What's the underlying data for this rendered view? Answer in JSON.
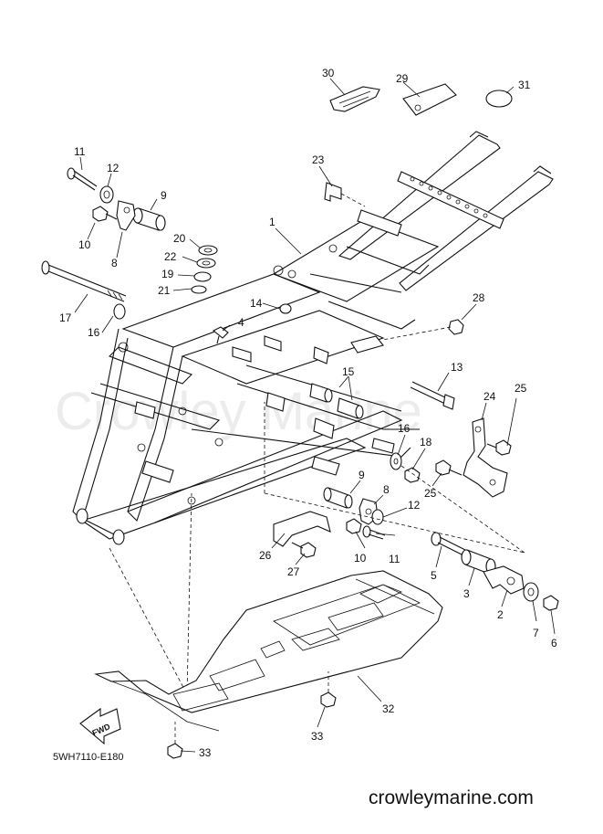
{
  "watermark": "Crowley Marine",
  "drawing_code": "5WH7110-E180",
  "site_name": "crowleymarine.com",
  "fwd_label": "FWD",
  "callouts": {
    "c1": "1",
    "c2": "2",
    "c3": "3",
    "c4": "4",
    "c5": "5",
    "c6": "6",
    "c7": "7",
    "c8a": "8",
    "c8b": "8",
    "c9a": "9",
    "c9b": "9",
    "c10a": "10",
    "c10b": "10",
    "c11a": "11",
    "c11b": "11",
    "c12a": "12",
    "c12b": "12",
    "c13": "13",
    "c14": "14",
    "c15": "15",
    "c16a": "16",
    "c16b": "16",
    "c17": "17",
    "c18": "18",
    "c19": "19",
    "c20": "20",
    "c21": "21",
    "c22": "22",
    "c23": "23",
    "c24": "24",
    "c25a": "25",
    "c25b": "25",
    "c26": "26",
    "c27": "27",
    "c28": "28",
    "c29": "29",
    "c30": "30",
    "c31": "31",
    "c32": "32",
    "c33a": "33",
    "c33b": "33"
  }
}
